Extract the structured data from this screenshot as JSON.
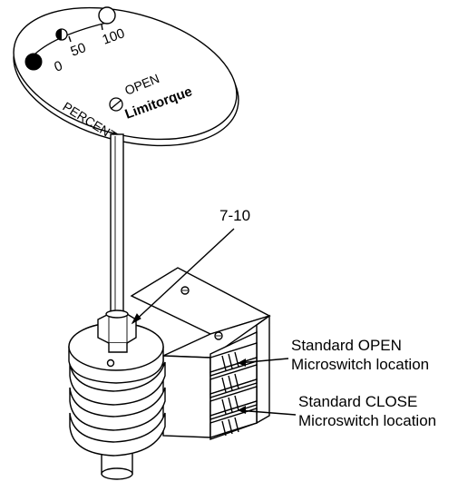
{
  "dial": {
    "scale_0": "0",
    "scale_50": "50",
    "scale_100": "100",
    "percent": "PERCENT",
    "open": "OPEN",
    "brand": "Limitorque"
  },
  "callouts": {
    "part_ref": "7-10",
    "open_line1": "Standard OPEN",
    "open_line2": "Microswitch location",
    "close_line1": "Standard CLOSE",
    "close_line2": "Microswitch location"
  }
}
